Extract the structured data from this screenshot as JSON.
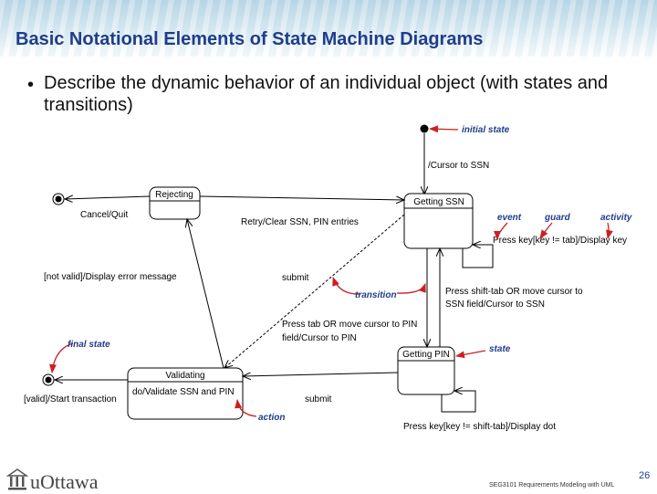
{
  "slide": {
    "title": "Basic Notational Elements of State Machine Diagrams",
    "bullet": "Describe the dynamic behavior of an individual object (with states and transitions)",
    "page_number": "26",
    "course": "SEG3101 Requirements Modeling with UML",
    "logo_text": "uOttawa"
  },
  "diagram": {
    "states": {
      "rejecting": "Rejecting",
      "getting_ssn": "Getting SSN",
      "getting_pin": "Getting PIN",
      "validating": "Validating",
      "validating_activity": "do/Validate SSN and PIN"
    },
    "transitions": {
      "initial": "/Cursor to SSN",
      "cancel": "Cancel/Quit",
      "retry": "Retry/Clear SSN, PIN entries",
      "not_valid": "[not valid]/Display error message",
      "submit_upper": "submit",
      "ssn_self": "Press key[key != tab]/Display key",
      "shift_tab_1": "Press shift-tab OR move cursor to",
      "shift_tab_2": "SSN field/Cursor to SSN",
      "tab_1": "Press tab OR move cursor to PIN",
      "tab_2": "field/Cursor to PIN",
      "submit_lower": "submit",
      "valid": "[valid]/Start transaction",
      "pin_self": "Press key[key != shift-tab]/Display dot"
    },
    "annotations": {
      "initial_state": "initial state",
      "event": "event",
      "guard": "guard",
      "activity": "activity",
      "transition": "transition",
      "final_state": "final state",
      "state": "state",
      "action": "action"
    },
    "annotation_color": "#cc1f1f",
    "annotation_text_color": "#1f3d8a"
  }
}
